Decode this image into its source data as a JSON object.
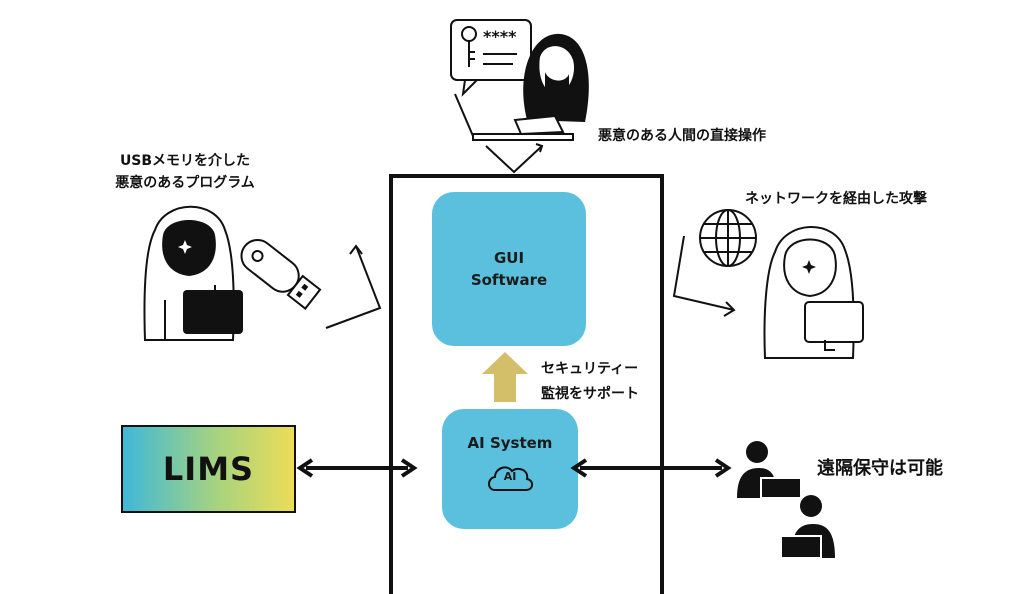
{
  "labels": {
    "usb_attack_line1": "USBメモリを介した",
    "usb_attack_line2": "悪意のあるプログラム",
    "human_attack": "悪意のある人間の直接操作",
    "network_attack": "ネットワークを経由した攻撃",
    "security_line1": "セキュリティー",
    "security_line2": "監視をサポート",
    "remote": "遠隔保守は可能"
  },
  "boxes": {
    "gui_line1": "GUI",
    "gui_line2": "Software",
    "ai_system": "AI System",
    "ai_badge": "AI",
    "lims": "LIMS"
  },
  "password_mask": "****",
  "colors": {
    "box_blue": "#5bc0de",
    "arrow_gold": "#d3bf6a",
    "lims_gradient": [
      "#3fb8d8",
      "#a7d37f",
      "#ecdc58"
    ],
    "ink": "#111111"
  },
  "icons": [
    "hacker-usb-icon",
    "usb-stick-icon",
    "hacker-laptop-icon",
    "password-bubble-icon",
    "key-icon",
    "globe-icon",
    "hacker-network-icon",
    "remote-user-icon"
  ]
}
